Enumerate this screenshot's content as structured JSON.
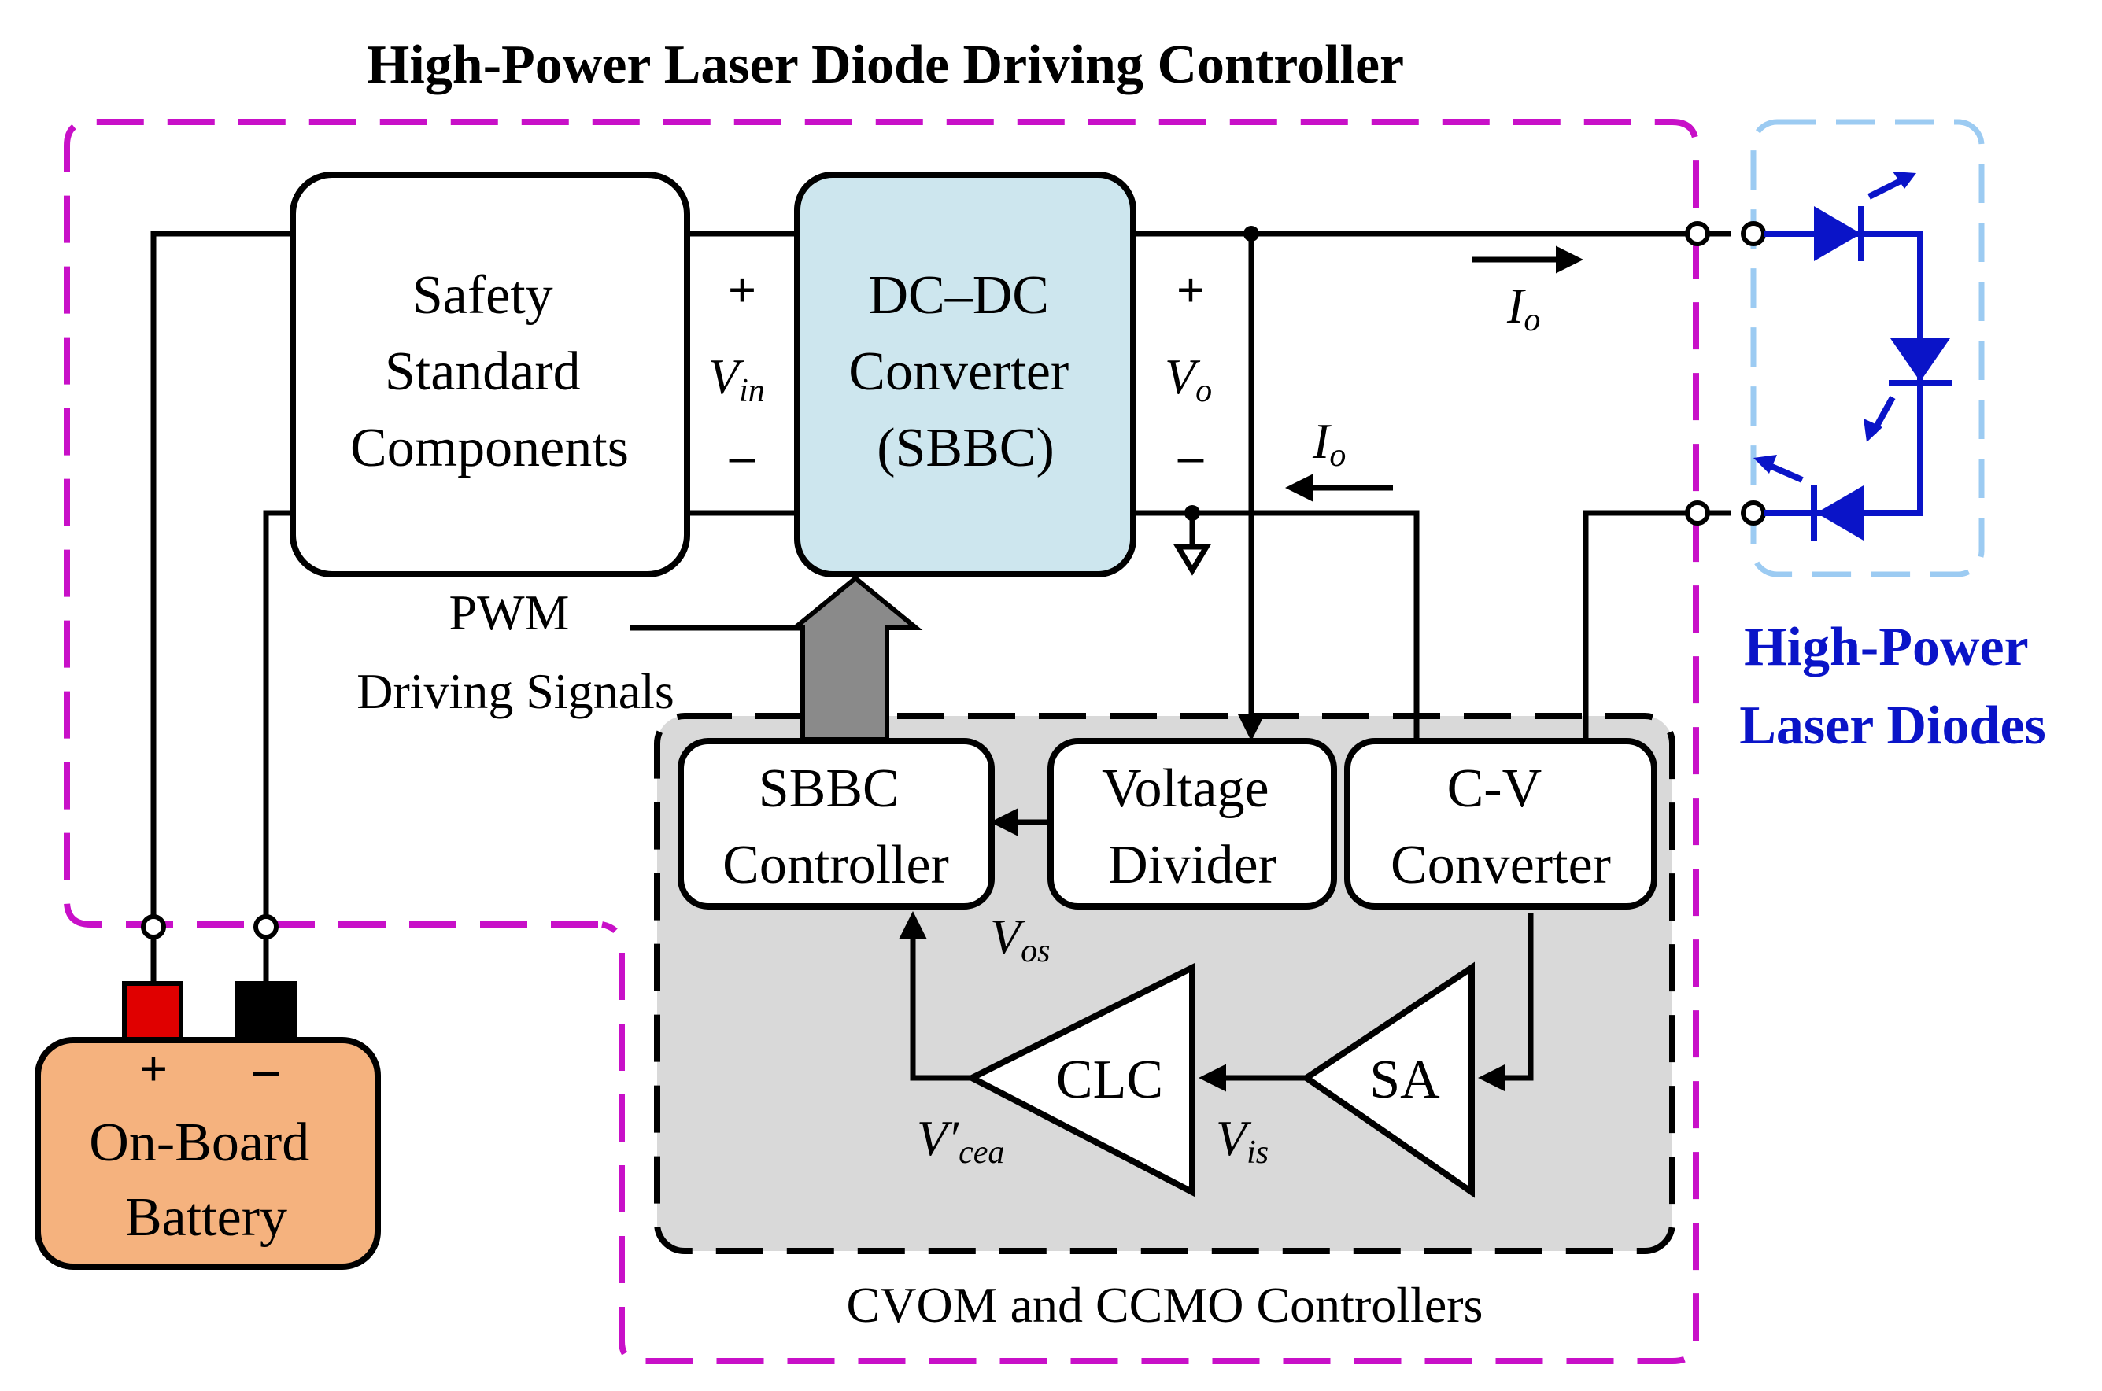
{
  "title": "High-Power Laser Diode Driving Controller",
  "blocks": {
    "safety": [
      "Safety",
      "Standard",
      "Components"
    ],
    "dcdc": [
      "DC–DC",
      "Converter",
      "(SBBC)"
    ],
    "sbbc_controller": [
      "SBBC",
      "Controller"
    ],
    "voltage_divider": [
      "Voltage",
      "Divider"
    ],
    "cv_converter": [
      "C-V",
      "Converter"
    ],
    "clc": "CLC",
    "sa": "SA",
    "battery": [
      "On-Board",
      "Battery"
    ]
  },
  "labels": {
    "pwm": [
      "PWM",
      "Driving Signals"
    ],
    "controllers_group": "CVOM and CCMO Controllers",
    "laser_diodes": [
      "High-Power",
      "Laser Diodes"
    ]
  },
  "variables": {
    "vin": {
      "main": "V",
      "sub": "in"
    },
    "vo": {
      "main": "V",
      "sub": "o"
    },
    "io_top": {
      "main": "I",
      "sub": "o"
    },
    "io_return": {
      "main": "I",
      "sub": "o"
    },
    "vos": {
      "main": "V",
      "sub": "os"
    },
    "vcea": {
      "main": "V′",
      "sub": "cea"
    },
    "vis": {
      "main": "V",
      "sub": "is"
    }
  },
  "signs": {
    "plus": "+",
    "minus": "–"
  },
  "colors": {
    "magenta_border": "#c810c8",
    "light_blue_border": "#9ccbf2",
    "dcdc_fill": "#cde6ee",
    "controller_fill": "#d9d9d9",
    "battery_fill": "#f5b27e",
    "terminal_red": "#e00000",
    "diode_blue": "#0a14c8",
    "pwm_arrow": "#8a8a8a"
  }
}
